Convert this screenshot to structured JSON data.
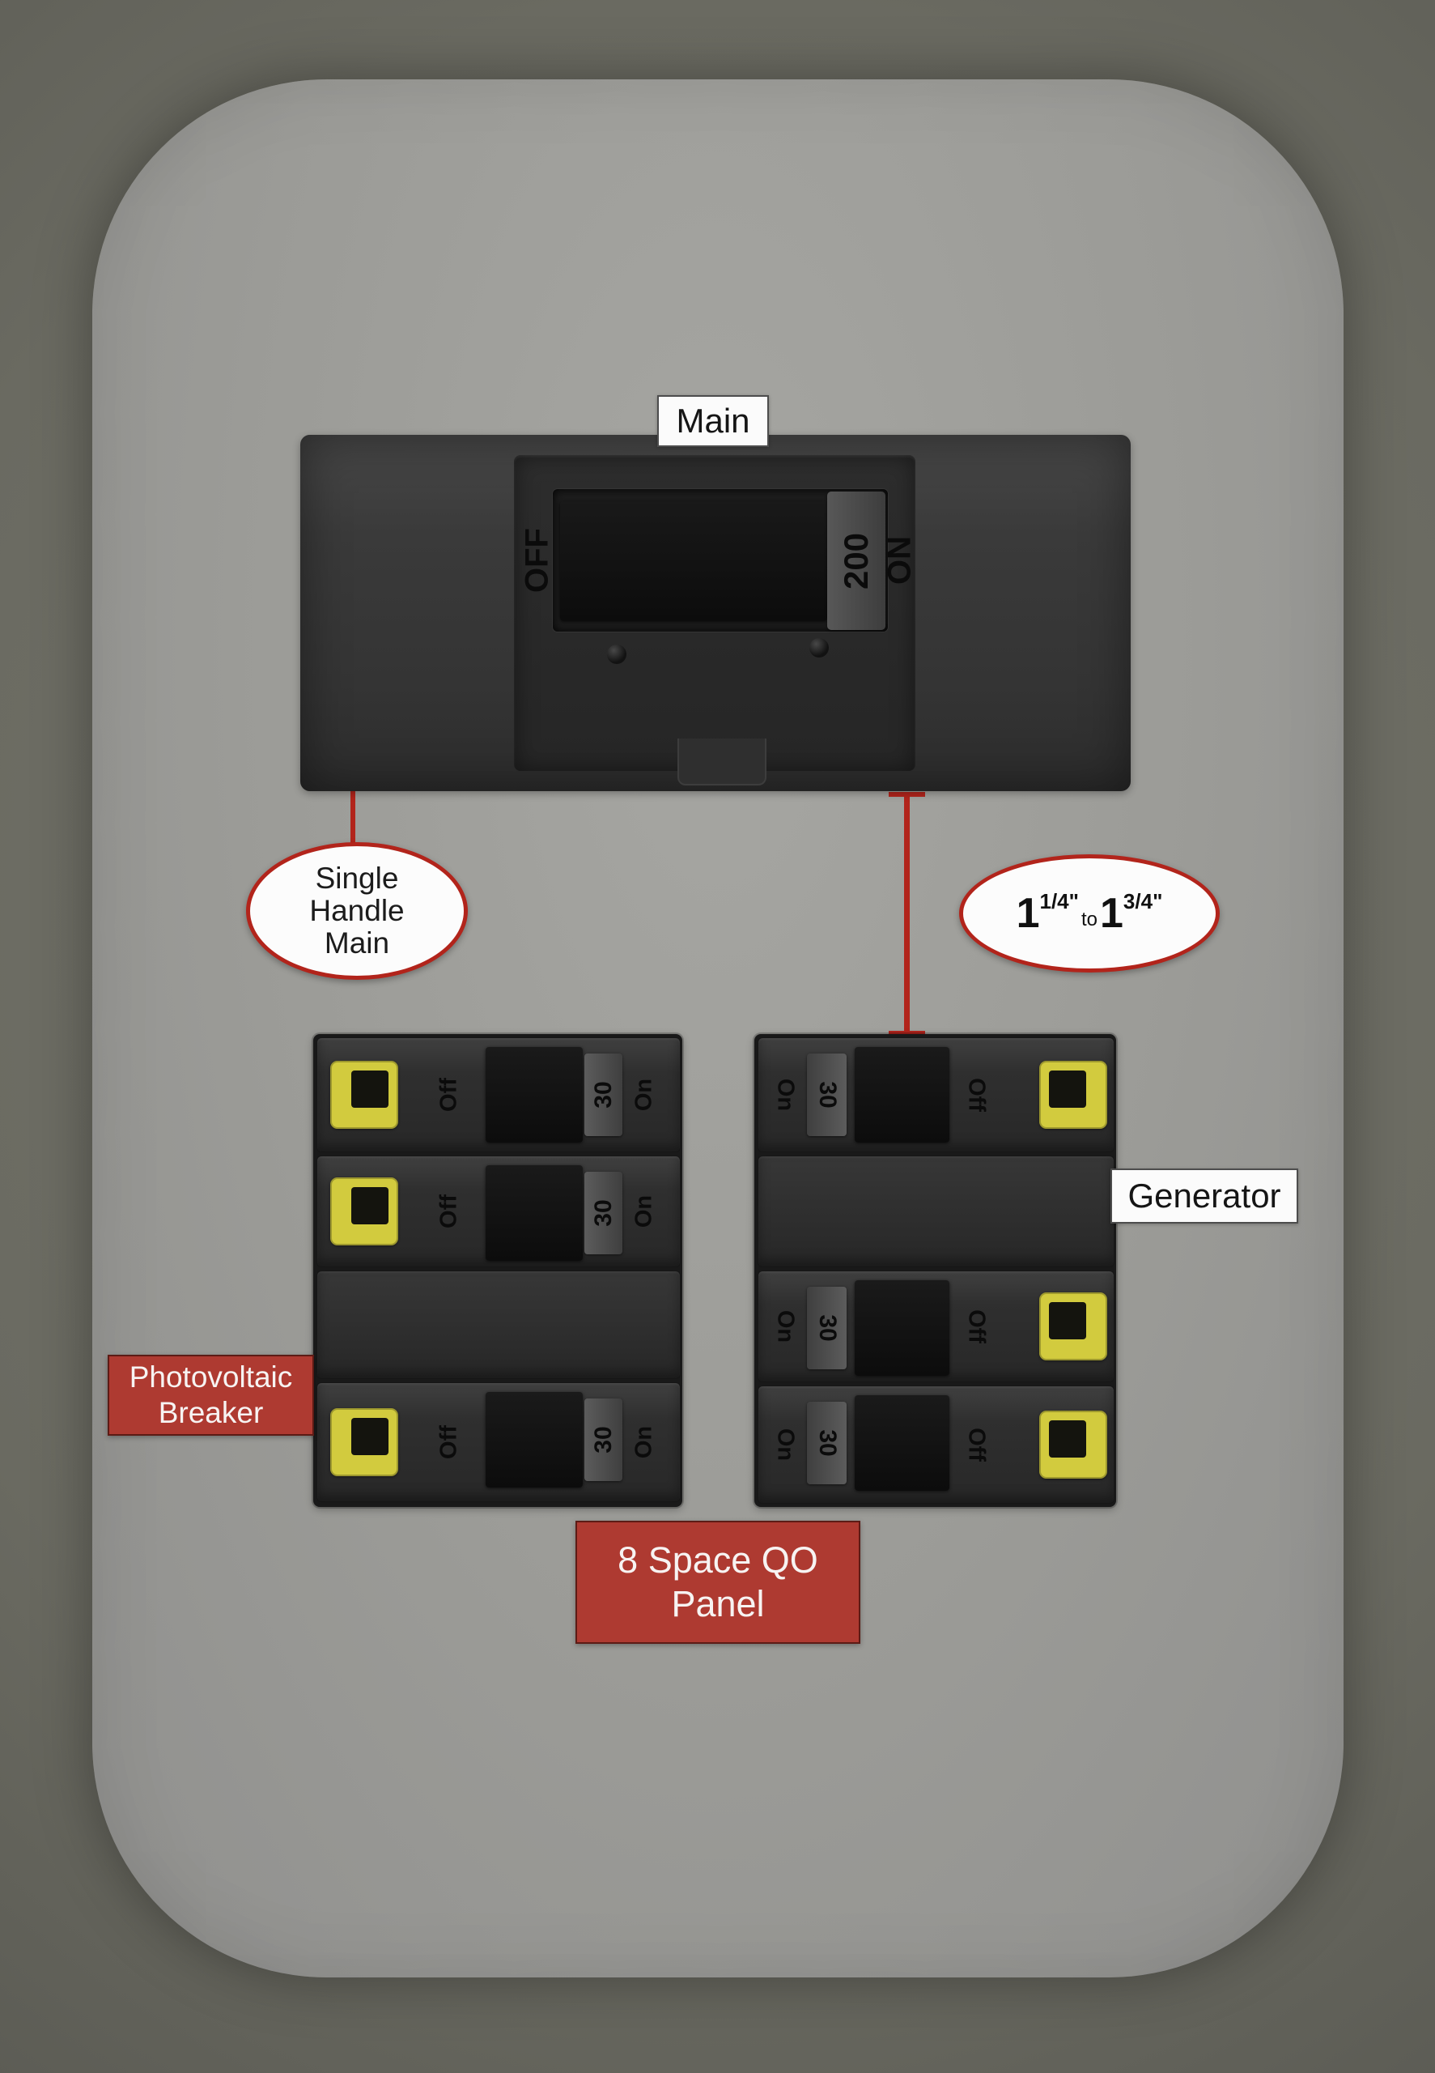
{
  "colors": {
    "accent_red": "#b2241b",
    "callout_red": "#ae3a31",
    "breaker_yellow": "#d2cb3e",
    "panel_gray": "#9b9b97",
    "breaker_dark": "#2f2f2f"
  },
  "main_label": "Main",
  "main_breaker": {
    "off_label": "OFF",
    "amp_rating": "200",
    "on_label": "ON"
  },
  "callout_single_handle": {
    "line1": "Single",
    "line2": "Handle",
    "line3": "Main"
  },
  "callout_knockout_size": {
    "num1": "1",
    "frac1": "1/4\"",
    "connector": "to",
    "num2": "1",
    "frac2": "3/4\""
  },
  "generator_label": "Generator",
  "photovoltaic_label": {
    "line1": "Photovoltaic",
    "line2": "Breaker"
  },
  "panel_label": {
    "line1": "8 Space QO",
    "line2": "Panel"
  },
  "left_breakers": [
    {
      "off": "Off",
      "amp": "30",
      "on": "On"
    },
    {
      "off": "Off",
      "amp": "30",
      "on": "On"
    },
    {
      "off": "Off",
      "amp": "30",
      "on": "On"
    }
  ],
  "right_breakers": [
    {
      "on": "On",
      "amp": "30",
      "off": "Off"
    },
    {
      "on": "On",
      "amp": "30",
      "off": "Off"
    },
    {
      "on": "On",
      "amp": "30",
      "off": "Off"
    }
  ]
}
